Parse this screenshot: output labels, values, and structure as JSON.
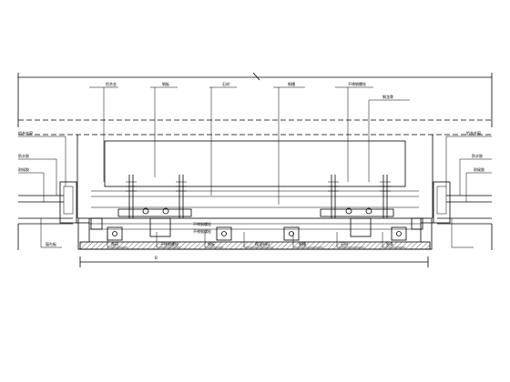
{
  "title": "",
  "callouts_top": [
    {
      "text": "铝合金"
    },
    {
      "text": "钢板"
    },
    {
      "text": "石材"
    },
    {
      "text": "钢槽"
    },
    {
      "text": "不锈钢螺栓"
    },
    {
      "text": "钢龙骨"
    }
  ],
  "callouts_left": [
    {
      "text": "铝合金窗"
    },
    {
      "text": "防水胶"
    },
    {
      "text": "耐候胶"
    }
  ],
  "callouts_right": [
    {
      "text": "铝合金窗"
    },
    {
      "text": "防水胶"
    },
    {
      "text": "耐候胶"
    }
  ],
  "callouts_bottom": [
    {
      "text": "窗台板"
    },
    {
      "text": "角码"
    },
    {
      "text": "不锈钢螺栓"
    },
    {
      "text": "钢板"
    },
    {
      "text": "保温材料"
    },
    {
      "text": "钢槽"
    },
    {
      "text": "石材"
    },
    {
      "text": "胶条"
    }
  ],
  "inner_notes": [
    {
      "text": "不锈钢螺栓"
    },
    {
      "text": "不锈钢螺栓"
    }
  ],
  "dimension_text": "B"
}
